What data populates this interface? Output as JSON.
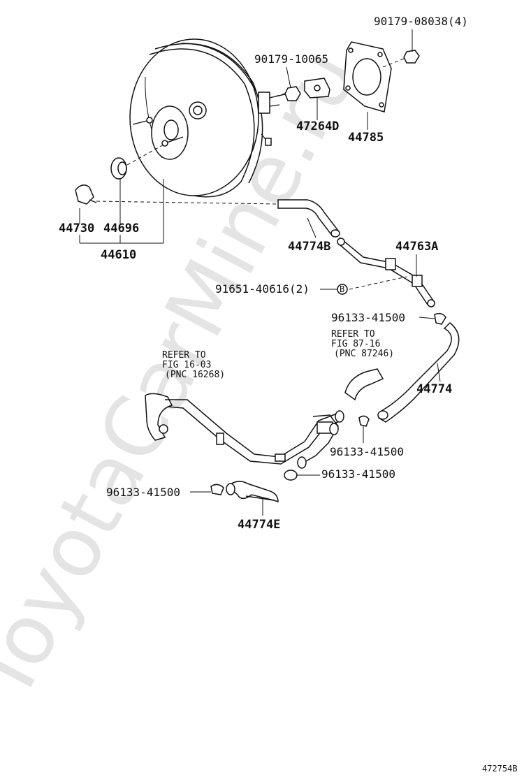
{
  "watermark": "ToyotaCarMine.ru",
  "figure_id": "472754B",
  "parts": {
    "nut_large": "90179-08038(4)",
    "nut_small": "90179-10065",
    "bracket": "47264D",
    "gasket": "44785",
    "check_valve": "44730",
    "grommet": "44696",
    "booster_assy": "44610",
    "hose_b": "44774B",
    "pipe_a": "44763A",
    "clamp_b": "91651-40616(2)",
    "clamp_b_marker": "B",
    "clip_top": "96133-41500",
    "hose": "44774",
    "clip_mid": "96133-41500",
    "clip_lower": "96133-41500",
    "clip_left": "96133-41500",
    "hose_e": "44774E"
  },
  "refs": {
    "ref1": {
      "line1": "REFER TO",
      "line2": "FIG 16-03",
      "line3": "(PNC 16268)"
    },
    "ref2": {
      "line1": "REFER TO",
      "line2": "FIG 87-16",
      "line3": "(PNC 87246)"
    }
  }
}
